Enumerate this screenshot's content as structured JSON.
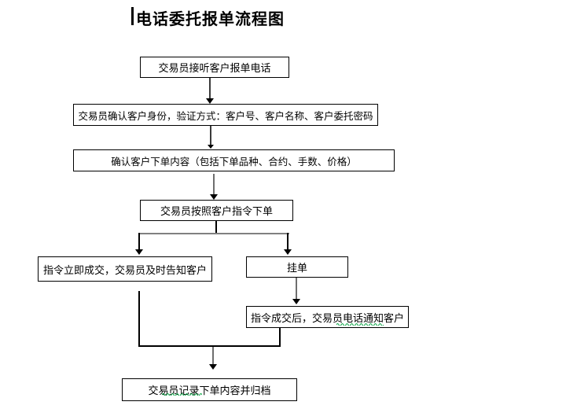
{
  "title": "电话委托报单流程图",
  "flowchart": {
    "nodes": [
      {
        "id": "answer-call",
        "label": "交易员接听客户报单电话"
      },
      {
        "id": "verify-identity",
        "label": "交易员确认客户身份，验证方式：客户号、客户名称、客户委托密码"
      },
      {
        "id": "confirm-content",
        "label": "确认客户下单内容（包括下单品种、合约、手数、价格）"
      },
      {
        "id": "place-order",
        "label": "交易员按照客户指令下单"
      },
      {
        "id": "immediate-fill",
        "label": "指令立即成交，交易员及时告知客户"
      },
      {
        "id": "pending-order",
        "label": "挂单"
      },
      {
        "id": "notify-after-fill",
        "label": "指令成交后，交易员电话通知客户"
      },
      {
        "id": "record-archive",
        "label": "交易员记录下单内容并归档"
      }
    ]
  },
  "colors": {
    "line": "#000000",
    "gray_line": "#808080",
    "spellcheck_underline": "#00a33e",
    "background": "#ffffff"
  }
}
